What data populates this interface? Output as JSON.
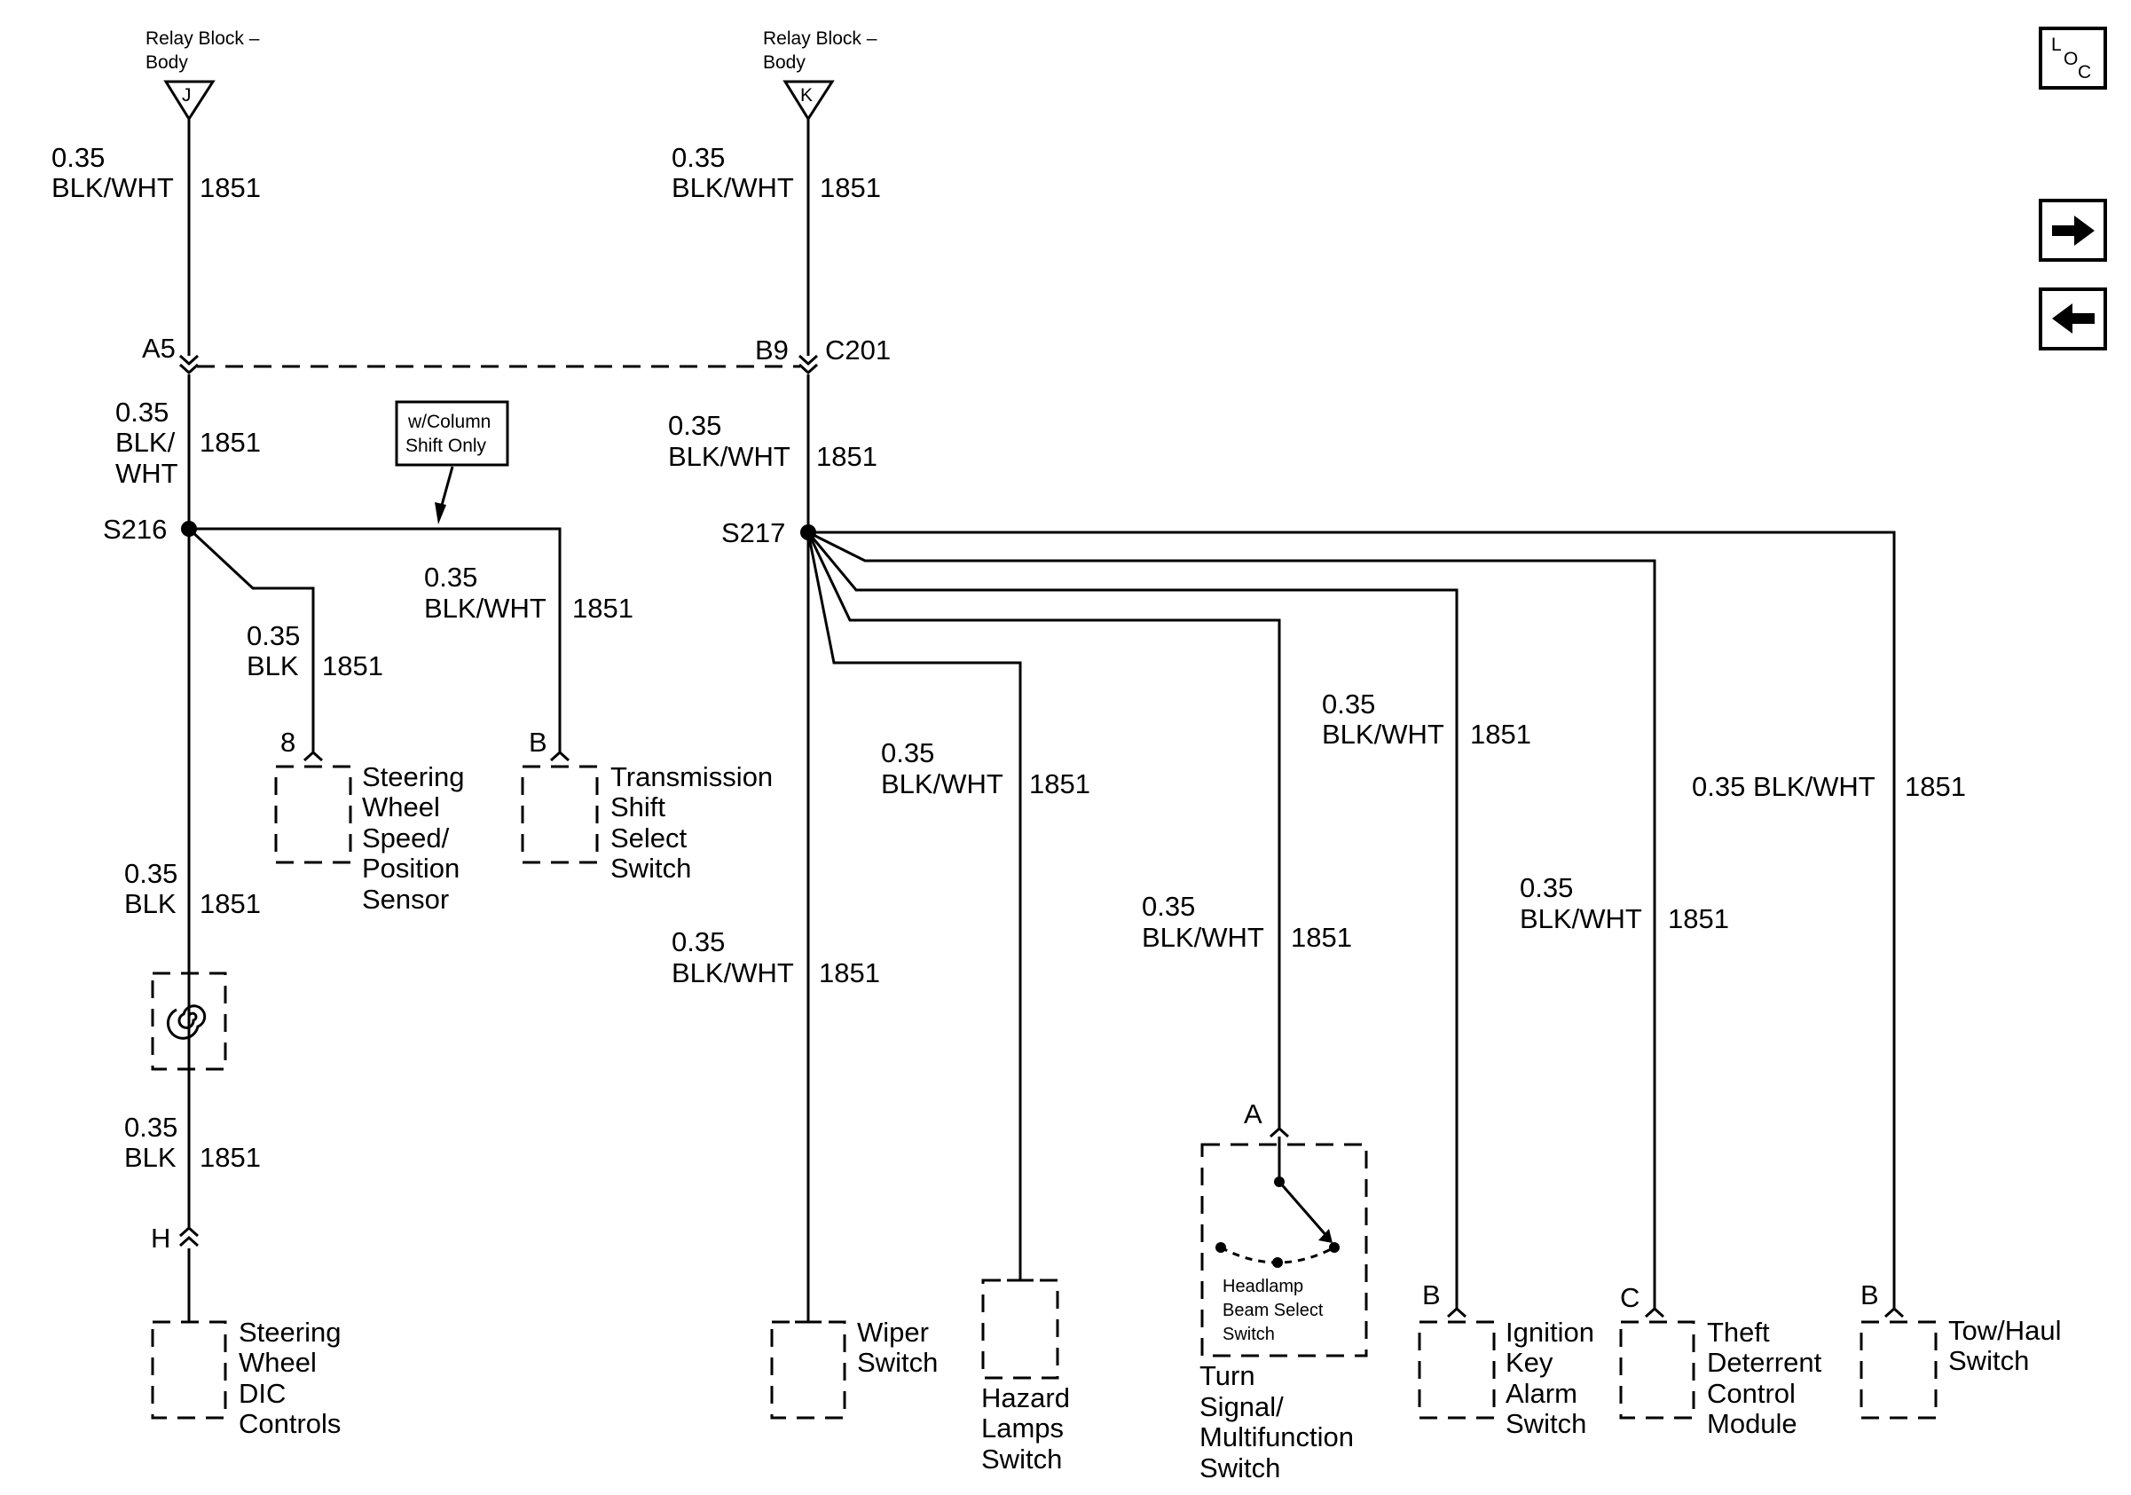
{
  "sources": [
    {
      "title": "Relay Block – Body",
      "line1": "Relay Block –",
      "line2": "Body",
      "terminal": "J"
    },
    {
      "title": "Relay Block – Body",
      "line1": "Relay Block –",
      "line2": "Body",
      "terminal": "K"
    }
  ],
  "nav": {
    "loc_l": "L",
    "loc_o": "O",
    "loc_c": "C",
    "forward": "→",
    "back": "←"
  },
  "connector": {
    "pin_left": "A5",
    "pin_right": "B9",
    "name": "C201"
  },
  "splices": {
    "left": "S216",
    "right": "S217"
  },
  "note": {
    "line1": "w/Column",
    "line2": "Shift Only"
  },
  "wires": {
    "w1": {
      "gauge": "0.35",
      "color": "BLK/WHT",
      "circuit": "1851"
    },
    "w2": {
      "gauge": "0.35",
      "color": "BLK/WHT",
      "circuit": "1851"
    },
    "w3": {
      "gauge": "0.35",
      "color1": "BLK/",
      "color2": "WHT",
      "circuit": "1851"
    },
    "w4": {
      "gauge": "0.35",
      "color": "BLK/WHT",
      "circuit": "1851"
    },
    "w5": {
      "gauge": "0.35",
      "color": "BLK",
      "circuit": "1851"
    },
    "w6": {
      "gauge": "0.35",
      "color": "BLK/WHT",
      "circuit": "1851"
    },
    "w7": {
      "gauge": "0.35",
      "color": "BLK",
      "circuit": "1851"
    },
    "w8": {
      "gauge": "0.35",
      "color": "BLK",
      "circuit": "1851"
    },
    "w9": {
      "gauge": "0.35",
      "color": "BLK/WHT",
      "circuit": "1851"
    },
    "w10": {
      "gauge": "0.35",
      "color": "BLK/WHT",
      "circuit": "1851"
    },
    "w11": {
      "gauge": "0.35",
      "color": "BLK/WHT",
      "circuit": "1851"
    },
    "w12": {
      "gauge": "0.35",
      "color": "BLK/WHT",
      "circuit": "1851"
    },
    "w13": {
      "gauge": "0.35",
      "color": "BLK/WHT",
      "circuit": "1851"
    },
    "w14": {
      "label": "0.35 BLK/WHT",
      "circuit": "1851"
    }
  },
  "pins": {
    "steering_sensor": "8",
    "trans_switch": "B",
    "dic": "H",
    "turn_signal": "A",
    "ignition": "B",
    "theft": "C",
    "tow_haul": "B"
  },
  "components": {
    "steering_sensor": [
      "Steering",
      "Wheel",
      "Speed/",
      "Position",
      "Sensor"
    ],
    "trans_switch": [
      "Transmission",
      "Shift",
      "Select",
      "Switch"
    ],
    "dic": [
      "Steering",
      "Wheel",
      "DIC",
      "Controls"
    ],
    "wiper": [
      "Wiper",
      "Switch"
    ],
    "hazard": [
      "Hazard",
      "Lamps",
      "Switch"
    ],
    "turn_signal": [
      "Turn",
      "Signal/",
      "Multifunction",
      "Switch"
    ],
    "headlamp": [
      "Headlamp",
      "Beam Select",
      "Switch"
    ],
    "ignition": [
      "Ignition",
      "Key",
      "Alarm",
      "Switch"
    ],
    "theft": [
      "Theft",
      "Deterrent",
      "Control",
      "Module"
    ],
    "tow_haul": [
      "Tow/Haul",
      "Switch"
    ]
  }
}
